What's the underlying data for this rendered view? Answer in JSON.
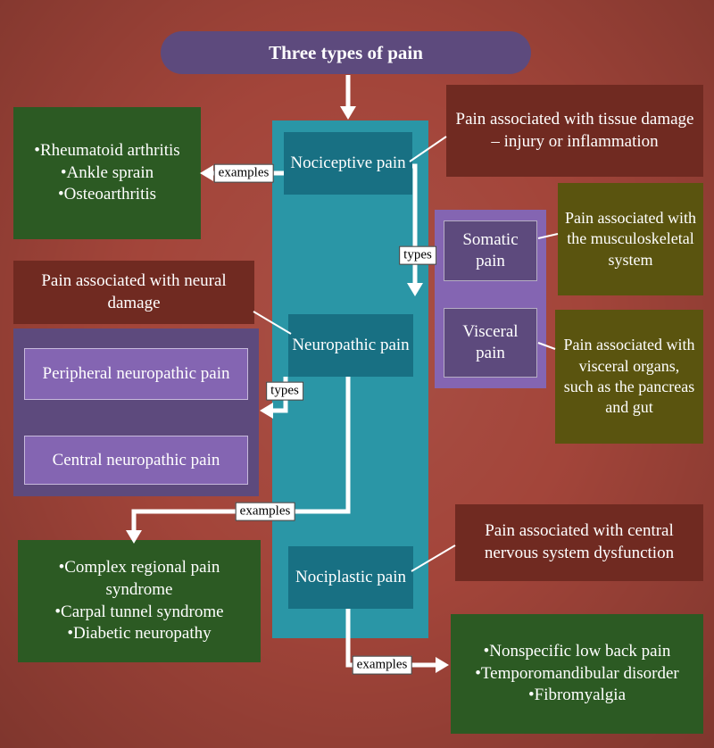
{
  "title": "Three types of pain",
  "labels": {
    "examples": "examples",
    "types": "types"
  },
  "nodes": {
    "nociceptive": "Nociceptive pain",
    "neuropathic": "Neuropathic pain",
    "nociplastic": "Nociplastic pain",
    "somatic": "Somatic pain",
    "visceral": "Visceral pain",
    "peripheral_neuropathic": "Peripheral neuropathic pain",
    "central_neuropathic": "Central neuropathic pain"
  },
  "notes": {
    "tissue_damage": "Pain associated with tissue damage – injury or inflammation",
    "neural_damage": "Pain associated with neural damage",
    "musculoskeletal": "Pain associated with the musculoskeletal system",
    "visceral_organs": "Pain associated with visceral organs, such as the pancreas and gut",
    "cns_dysfunction": "Pain associated with central nervous system dysfunction"
  },
  "examples": {
    "nociceptive": [
      "Rheumatoid arthritis",
      "Ankle sprain",
      "Osteoarthritis"
    ],
    "neuropathic": [
      "Complex regional pain syndrome",
      "Carpal tunnel syndrome",
      "Diabetic neuropathy"
    ],
    "nociplastic": [
      "Nonspecific low back pain",
      "Temporomandibular disorder",
      "Fibromyalgia"
    ]
  },
  "colors": {
    "background": "#a3453a",
    "teal_panel": "#2a96a6",
    "teal_box": "#187083",
    "green_box": "#2c5a23",
    "maroon_box": "#702a21",
    "olive_box": "#5a540f",
    "purple_dark": "#5d4a7d",
    "purple_light": "#8465b2"
  }
}
